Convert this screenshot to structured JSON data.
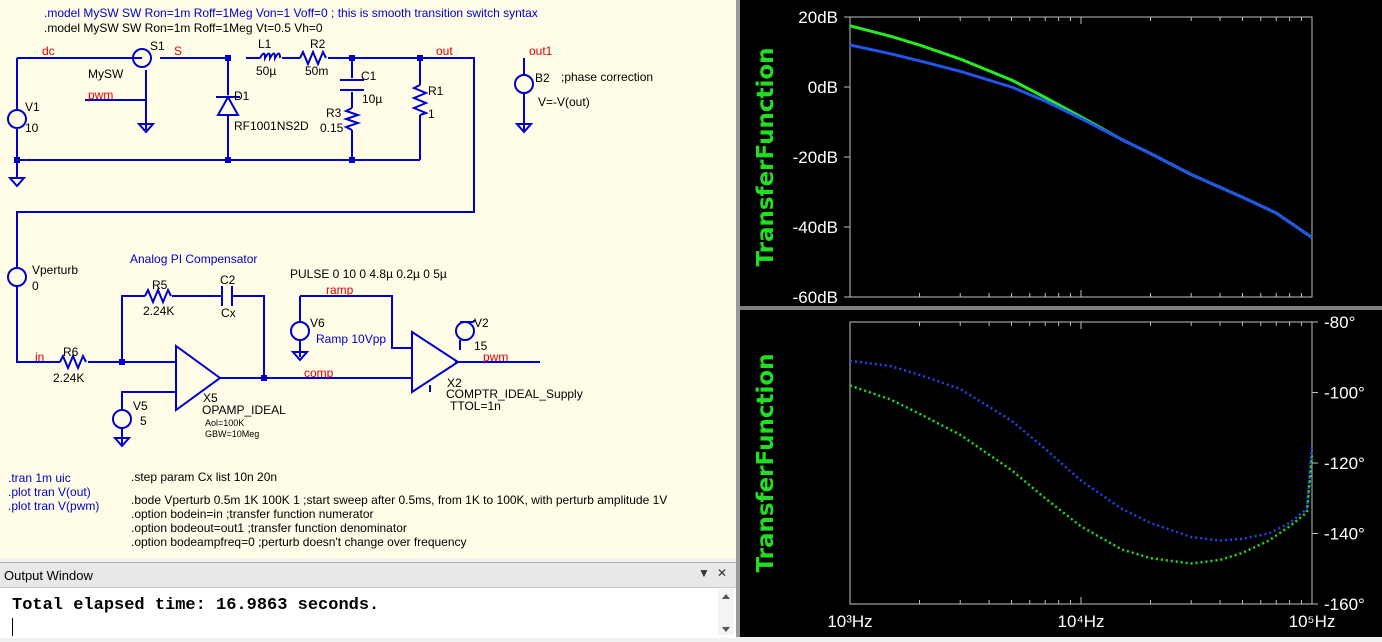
{
  "schematic": {
    "directives_top": [
      ".model MySW SW Ron=1m Roff=1Meg Von=1 Voff=0 ; this is smooth transition switch syntax",
      ".model MySW SW Ron=1m Roff=1Meg Vt=0.5 Vh=0"
    ],
    "nets": {
      "dc": "dc",
      "s": "S",
      "out": "out",
      "out1": "out1",
      "pwm_in": "pwm",
      "pwm_out": "pwm",
      "ramp": "ramp",
      "comp": "comp",
      "in": "in"
    },
    "components": {
      "v1": {
        "name": "V1",
        "value": "10"
      },
      "s1": {
        "name": "S1",
        "value": "MySW"
      },
      "d1": {
        "name": "D1",
        "value": "RF1001NS2D"
      },
      "l1": {
        "name": "L1",
        "value": "50µ"
      },
      "r2": {
        "name": "R2",
        "value": "50m"
      },
      "c1": {
        "name": "C1",
        "value": "10µ"
      },
      "r3": {
        "name": "R3",
        "value": "0.15"
      },
      "r1": {
        "name": "R1",
        "value": "1"
      },
      "b2": {
        "name": "B2",
        "comment": ";phase correction",
        "value": "V=-V(out)"
      },
      "vperturb": {
        "name": "Vperturb",
        "value": "0"
      },
      "r5": {
        "name": "R5",
        "value": "2.24K"
      },
      "c2": {
        "name": "C2",
        "value": "Cx"
      },
      "r6": {
        "name": "R6",
        "value": "2.24K"
      },
      "x5": {
        "name": "X5",
        "value": "OPAMP_IDEAL",
        "param1": "Aol=100K",
        "param2": "GBW=10Meg"
      },
      "v5": {
        "name": "V5",
        "value": "5"
      },
      "v6": {
        "name": "V6",
        "value": "Ramp 10Vpp",
        "pulse": "PULSE 0 10 0 4.8µ 0.2µ 0 5µ"
      },
      "v2": {
        "name": "V2",
        "value": "15"
      },
      "x2": {
        "name": "X2",
        "value": "COMPTR_IDEAL_Supply",
        "param1": "TTOL=1n"
      }
    },
    "compensator_label": "Analog PI Compensator",
    "directives_left": [
      ".tran 1m uic",
      ".plot tran V(out)",
      ".plot tran V(pwm)"
    ],
    "step_directive": ".step param Cx list 10n 20n",
    "directives_bottom": [
      ".bode Vperturb 0.5m 1K 100K 1 ;start sweep after 0.5ms, from 1K to 100K, with perturb amplitude 1V",
      ".option bodein=in ;transfer function numerator",
      ".option bodeout=out1  ;transfer function denominator",
      ".option bodeampfreq=0 ;perturb doesn't change over frequency"
    ]
  },
  "output_window": {
    "title": "Output Window",
    "minimize": "▼",
    "close": "✕",
    "text": "Total elapsed time: 16.9863 seconds."
  },
  "chart_data": [
    {
      "type": "line",
      "ylabel": "TransferFunction",
      "x_scale": "log",
      "xlim": [
        1000,
        100000
      ],
      "ylim": [
        -60,
        20
      ],
      "y_ticks": [
        "20dB",
        "0dB",
        "-20dB",
        "-40dB",
        "-60dB"
      ],
      "y_tick_values": [
        20,
        0,
        -20,
        -40,
        -60
      ],
      "grid": false,
      "series": [
        {
          "color": "#22ee22",
          "x": [
            1000,
            1500,
            2000,
            3000,
            5000,
            7000,
            10000,
            15000,
            20000,
            30000,
            50000,
            70000,
            100000
          ],
          "values": [
            17.5,
            14.5,
            12,
            8,
            2,
            -3,
            -8.5,
            -15,
            -19,
            -25,
            -31.5,
            -36,
            -43
          ]
        },
        {
          "color": "#2255ee",
          "x": [
            1000,
            1500,
            2000,
            3000,
            5000,
            7000,
            10000,
            15000,
            20000,
            30000,
            50000,
            70000,
            100000
          ],
          "values": [
            12,
            9.5,
            7.5,
            4.5,
            0,
            -4,
            -9,
            -15,
            -19,
            -25,
            -31.5,
            -36,
            -43
          ]
        }
      ]
    },
    {
      "type": "line",
      "ylabel": "TransferFunction",
      "x_scale": "log",
      "xlim": [
        1000,
        100000
      ],
      "ylim": [
        -160,
        -80
      ],
      "x_ticks": [
        "10³Hz",
        "10⁴Hz",
        "10⁵Hz"
      ],
      "y_ticks": [
        "-80°",
        "-100°",
        "-120°",
        "-140°",
        "-160°"
      ],
      "y_tick_values": [
        -80,
        -100,
        -120,
        -140,
        -160
      ],
      "grid": false,
      "line_style": "dotted",
      "series": [
        {
          "color": "#2244ee",
          "x": [
            1000,
            1500,
            2000,
            3000,
            5000,
            7000,
            10000,
            15000,
            20000,
            30000,
            40000,
            50000,
            65000,
            80000,
            95000,
            100000
          ],
          "values": [
            -91,
            -92.5,
            -95,
            -99,
            -108,
            -116,
            -125,
            -133,
            -137,
            -141,
            -142,
            -141.5,
            -140,
            -137,
            -133,
            -115
          ]
        },
        {
          "color": "#22dd22",
          "x": [
            1000,
            1500,
            2000,
            3000,
            5000,
            7000,
            10000,
            15000,
            20000,
            30000,
            40000,
            50000,
            65000,
            80000,
            95000,
            100000
          ],
          "values": [
            -98,
            -102,
            -106,
            -112,
            -122,
            -130,
            -138,
            -144.5,
            -147,
            -148.5,
            -147.5,
            -145.5,
            -142,
            -138,
            -134,
            -118
          ]
        }
      ]
    }
  ]
}
